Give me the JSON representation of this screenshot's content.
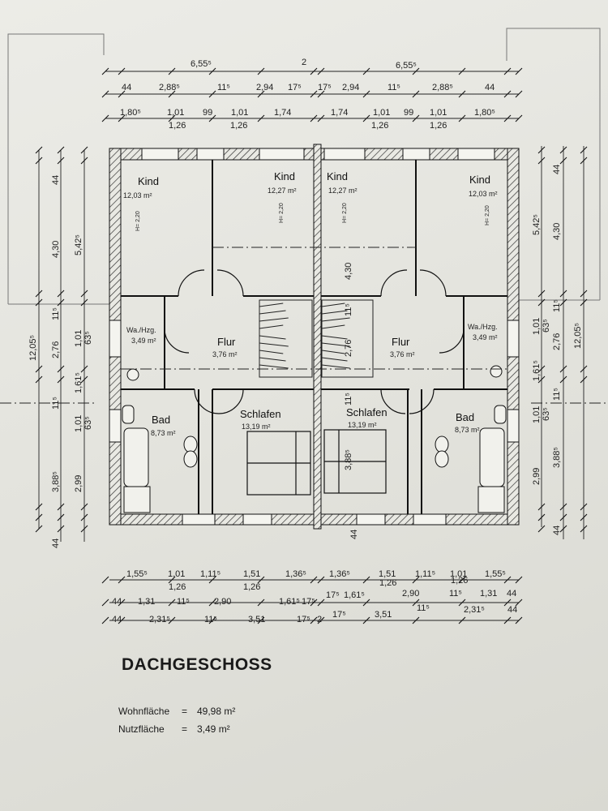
{
  "title": "DACHGESCHOSS",
  "rooms": [
    {
      "name": "Kind",
      "area": "12,03 m²"
    },
    {
      "name": "Kind",
      "area": "12,27 m²"
    },
    {
      "name": "Kind",
      "area": "12,27 m²"
    },
    {
      "name": "Kind",
      "area": "12,03 m²"
    },
    {
      "name": "Wa./Hzg.",
      "area": "3,49 m²"
    },
    {
      "name": "Flur",
      "area": "3,76 m²"
    },
    {
      "name": "Flur",
      "area": "3,76 m²"
    },
    {
      "name": "Wa./Hzg.",
      "area": "3,49 m²"
    },
    {
      "name": "Bad",
      "area": "8,73 m²"
    },
    {
      "name": "Schlafen",
      "area": "13,19 m²"
    },
    {
      "name": "Schlafen",
      "area": "13,19 m²"
    },
    {
      "name": "Bad",
      "area": "8,73 m²"
    }
  ],
  "height_labels": [
    "H= 2,20",
    "H= 2,20",
    "H= 2,20",
    "H= 2,20"
  ],
  "top_dims": {
    "row1": [
      "6,55⁵",
      "2",
      "6,55⁵"
    ],
    "row2": [
      "44",
      "2,88⁵",
      "11⁵",
      "2,94",
      "17⁵",
      "17⁵",
      "2,94",
      "11⁵",
      "2,88⁵",
      "44"
    ],
    "row3": [
      "1,80⁵",
      "1,01",
      "99",
      "1,01",
      "1,74",
      "1,74",
      "1,01",
      "99",
      "1,01",
      "1,80⁵"
    ],
    "row3_sub": [
      "1,26",
      "1,26",
      "1,26",
      "1,26"
    ]
  },
  "bottom_dims": {
    "row1": [
      "1,55⁵",
      "1,01",
      "1,11⁵",
      "1,51",
      "1,36⁵",
      "1,36⁵",
      "1,51",
      "1,11⁵",
      "1,01",
      "1,55⁵"
    ],
    "row1_sub": [
      "1,26",
      "1,26",
      "1,26",
      "1,26"
    ],
    "row2": [
      "44",
      "1,31",
      "11⁵",
      "2,90",
      "1,61⁵",
      "17⁵",
      "17⁵",
      "1,61⁵",
      "2,90",
      "11⁵",
      "1,31",
      "44"
    ],
    "row3": [
      "44",
      "2,31⁵",
      "11⁵",
      "3,51",
      "17⁵",
      "2",
      "17⁵",
      "3,51",
      "11⁵",
      "2,31⁵",
      "44"
    ]
  },
  "left_dims": {
    "outer": "12,05⁵",
    "col_a": [
      "44",
      "4,30",
      "11⁵",
      "2,76",
      "11⁵",
      "3,88⁵",
      "44"
    ],
    "col_b": [
      "5,42⁵",
      "1,01",
      "63⁵",
      "1,61⁵",
      "1,01",
      "63⁵",
      "2,99"
    ]
  },
  "right_dims": {
    "outer": "12,05⁵",
    "col_a": [
      "44",
      "4,30",
      "11⁵",
      "2,76",
      "11⁵",
      "3,88⁵",
      "44"
    ],
    "col_b": [
      "5,42⁵",
      "1,01",
      "63⁵",
      "1,61⁵",
      "1,01",
      "63⁵",
      "2,99"
    ]
  },
  "inner_dims": [
    "4,30",
    "2,76",
    "11⁵",
    "11⁵",
    "3,88⁵",
    "44"
  ],
  "footer": {
    "wohn_label": "Wohnfläche",
    "wohn_eq": "=",
    "wohn_value": "49,98 m²",
    "nutz_label": "Nutzfläche",
    "nutz_eq": "=",
    "nutz_value": "3,49 m²"
  }
}
